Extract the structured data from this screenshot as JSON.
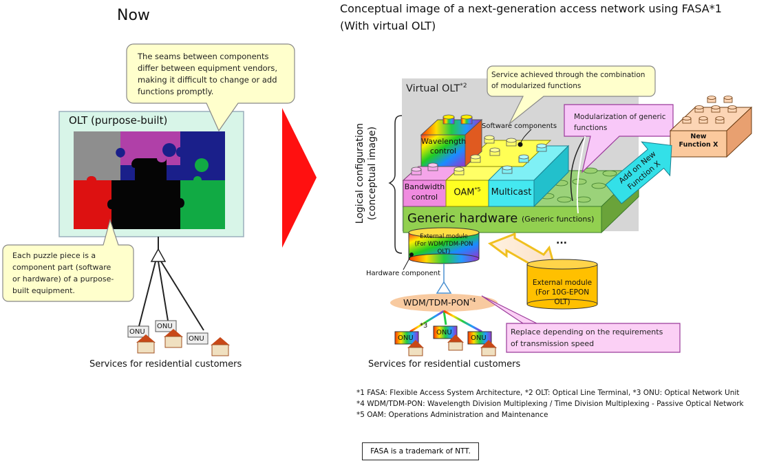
{
  "left": {
    "title": "Now",
    "olt_label": "OLT (purpose-built)",
    "callout_top": [
      "The seams between components",
      "differ between equipment vendors,",
      "making it difficult to change or add",
      "functions promptly."
    ],
    "callout_bottom": [
      "Each puzzle piece is a",
      "component part (software",
      "or hardware) of a purpose-",
      "built equipment."
    ],
    "onu_labels": [
      "ONU",
      "ONU",
      "ONU"
    ],
    "services": "Services for residential customers"
  },
  "right": {
    "title_line1": "Conceptual image of a next-generation access network using FASA*1",
    "title_line2": "(With virtual OLT)",
    "virtual_olt": "Virtual OLT",
    "virtual_olt_sup": "*2",
    "callout_service": [
      "Service achieved through the combination",
      "of modularized functions"
    ],
    "software_components": "Software components",
    "callout_modular": [
      "Modularization of generic",
      "functions"
    ],
    "logical_config": [
      "Logical configuration",
      "(conceptual image)"
    ],
    "wavelength_control": [
      "Wavelength",
      "control"
    ],
    "bandwidth_control": [
      "Bandwidth",
      "control"
    ],
    "oam": "OAM",
    "oam_sup": "*5",
    "multicast": "Multicast",
    "generic_hw": "Generic hardware",
    "generic_functions": "(Generic functions)",
    "new_function": [
      "New",
      "Function X"
    ],
    "add_on": [
      "Add on New",
      "Function X"
    ],
    "ext_module_wdm": [
      "External module",
      "(For WDM/TDM-PON",
      "OLT)"
    ],
    "hardware_component": "Hardware component",
    "ellipsis": "...",
    "ext_module_10g": [
      "External module",
      "(For 10G-EPON",
      "OLT)"
    ],
    "wdm_tdm_pon": "WDM/TDM-PON",
    "wdm_sup": "*4",
    "star3": "*3",
    "callout_replace": [
      "Replace depending on the requirements",
      "of transmission speed"
    ],
    "onu_labels": [
      "ONU",
      "ONU",
      "ONU"
    ],
    "services": "Services for residential customers"
  },
  "notes": {
    "line1": "*1 FASA: Flexible Access System Architecture, *2 OLT: Optical Line Terminal, *3 ONU: Optical Network Unit",
    "line2": "*4 WDM/TDM-PON: Wavelength Division Multiplexing / Time Division Multiplexing - Passive Optical Network",
    "line3": "*5 OAM: Operations Administration and Maintenance"
  },
  "trademark": "FASA is a trademark of NTT."
}
